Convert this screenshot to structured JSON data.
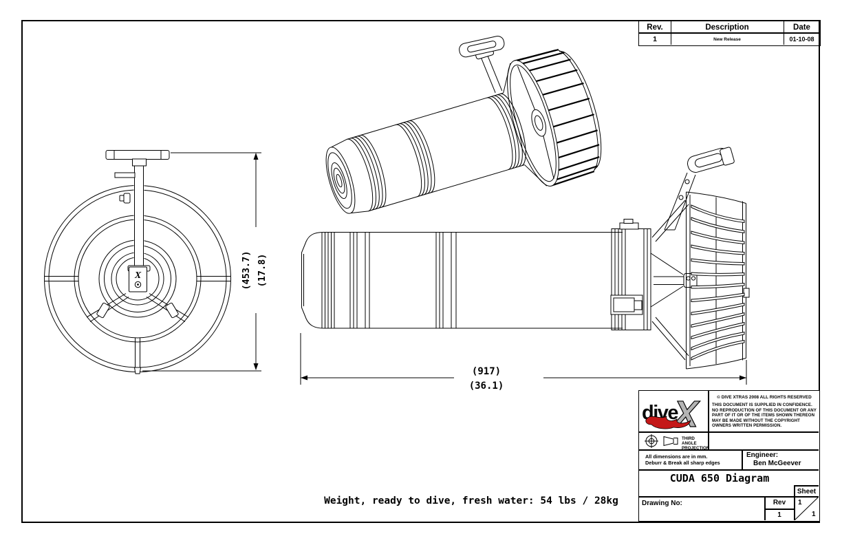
{
  "page": {
    "background": "#ffffff",
    "line_color": "#000000"
  },
  "colors": {
    "logo_red": "#c41818",
    "logo_gray": "#b4b4b4",
    "ink": "#000000"
  },
  "revision_table": {
    "col_rev": "Rev.",
    "col_description": "Description",
    "col_date": "Date",
    "rows": [
      {
        "rev": "1",
        "description": "New Release",
        "date": "01-10-08"
      }
    ]
  },
  "dimensions": {
    "height_mm": "(453.7)",
    "height_in": "(17.8)",
    "length_mm": "(917)",
    "length_in": "(36.1)"
  },
  "notes": {
    "weight": "Weight, ready to dive, fresh water: 54 lbs / 28kg"
  },
  "title_block": {
    "logo_word": "dive",
    "logo_x": "X",
    "copyright_line": "© DIVE XTRAS 2008 ALL RIGHTS RESERVED",
    "confidentiality": "THIS DOCUMENT IS SUPPLIED IN CONFIDENCE. NO REPRODUCTION OF THIS DOCUMENT OR ANY PART OF IT OR OF THE ITEMS SHOWN THEREON MAY BE MADE WITHOUT THE COPYRIGHT OWNERS WRITTEN PERMISSION.",
    "projection": "THIRD ANGLE PROJECTION",
    "units_note_1": "All dimensions are in mm.",
    "units_note_2": "Deburr & Break all sharp edges",
    "engineer_label": "Engineer:",
    "engineer_name": "Ben McGeever",
    "title": "CUDA 650 Diagram",
    "drawing_no_label": "Drawing No:",
    "rev_label": "Rev",
    "rev_value": "1",
    "sheet_label": "Sheet",
    "sheet_current": "1",
    "sheet_total": "1",
    "hub_logo_x": "X"
  }
}
